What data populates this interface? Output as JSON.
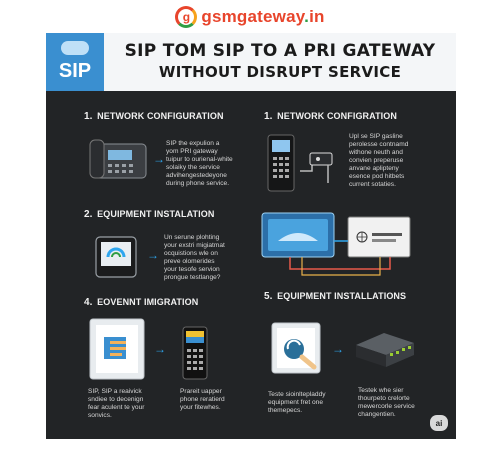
{
  "logo": {
    "brand": "gsmgateway",
    "dot": ".",
    "tld": "in"
  },
  "header": {
    "badge": "SIP",
    "title_line1": "SIP TOM SIP TO A PRI GATEWAY",
    "title_line2": "WITHOUT DISRUPT SERVICE"
  },
  "sections": {
    "s1": {
      "num": "1.",
      "title": "NETWORK CONFIGURATION",
      "desc": [
        "SIP the expulion a",
        "yom PRI gateway",
        "tuipur to ourienal-white",
        "solaiky the service",
        "advihengestedeyone",
        "during phone service."
      ]
    },
    "s2": {
      "num": "2.",
      "title": "EQUIPMENT INSTALATION",
      "desc": [
        "Un serune plohting",
        "your exstri migiatmat",
        "ocquistions wle on",
        "preve olomerides",
        "your tesofe servion",
        "prongue testlange?"
      ]
    },
    "s3": {
      "num": "1.",
      "title": "NETWORK CONFIGRATION",
      "desc": [
        "Upl se SIP gasline",
        "perolesse contnamd",
        "withone neuth and",
        "convien preperuse",
        "anvane aplipteny",
        "esence pod hitbets",
        "current sotaties."
      ]
    },
    "s4": {
      "num": "4.",
      "title": "EOVENNT IMIGRATION",
      "desc_left": [
        "SIP, SIP a reaivick",
        "sndiee to decenign",
        "fear aculent te your",
        "sonvics."
      ],
      "desc_right": [
        "Prareit uapper",
        "phone reratierd",
        "your fitewhes."
      ]
    },
    "s5": {
      "num": "5.",
      "title": "EQUIPMENT INSTALLATIONS",
      "desc_left": [
        "Teste sioinltepladdy",
        "equipment fret one",
        "themepecs."
      ],
      "desc_right": [
        "Testek whe sier",
        "thourpeto crelorte",
        "mewercorle service",
        "changentien."
      ]
    }
  },
  "badge_ai": "ai",
  "colors": {
    "accent": "#2ea6ee",
    "panel": "#222426",
    "sip": "#3a8fd0",
    "logo": "#e8452c"
  }
}
